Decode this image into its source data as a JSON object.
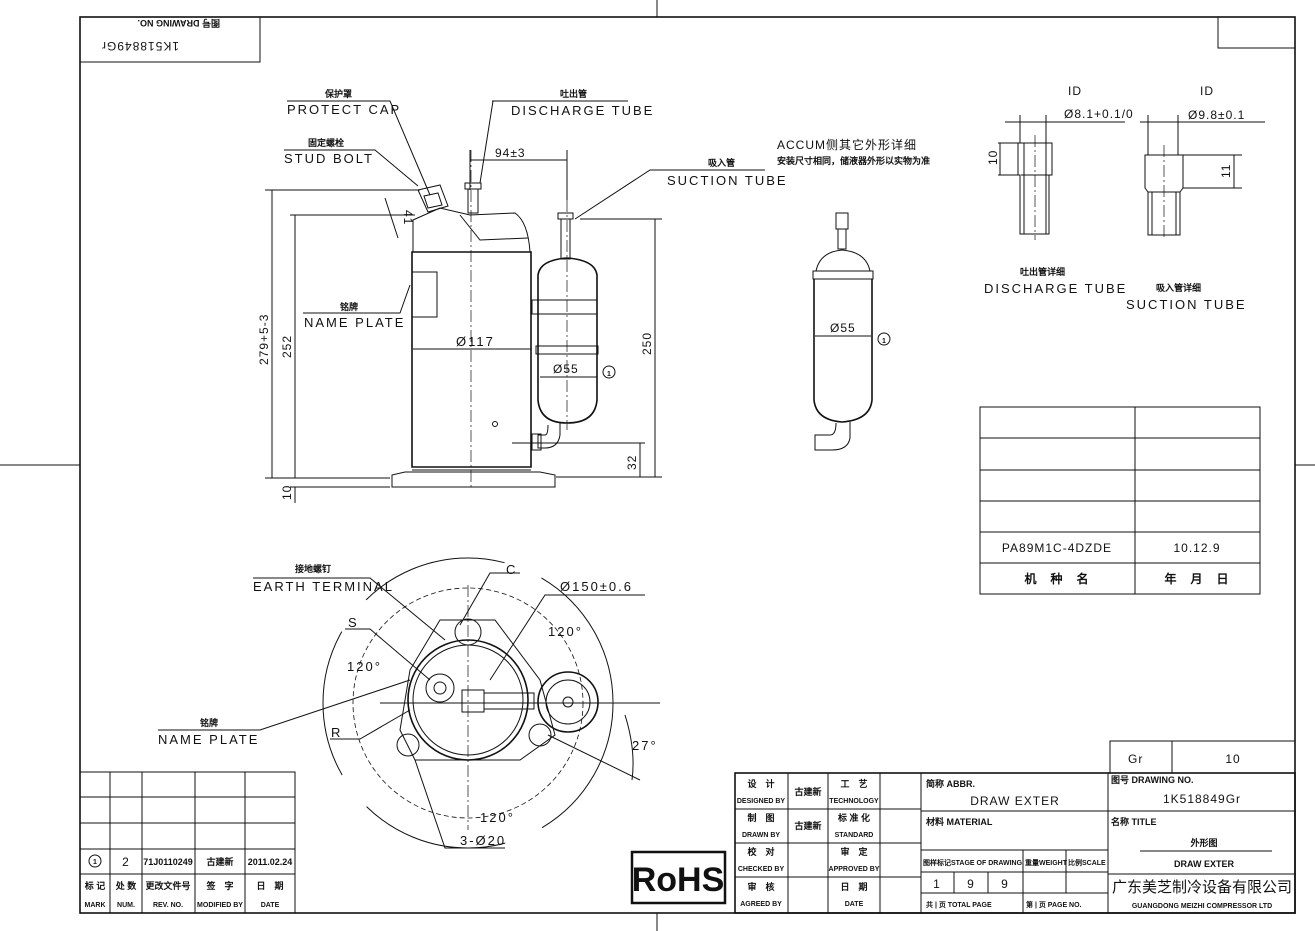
{
  "drawing_no_box": {
    "label": "图号 DRAWING NO.",
    "value": "1K518849Gr"
  },
  "side_view": {
    "protect_cap_cn": "保护罩",
    "protect_cap": "PROTECT CAP",
    "stud_bolt_cn": "固定螺栓",
    "stud_bolt": "STUD BOLT",
    "discharge_cn": "吐出管",
    "discharge": "DISCHARGE TUBE",
    "suction_cn": "吸入管",
    "suction": "SUCTION TUBE",
    "name_plate_cn": "铭牌",
    "name_plate": "NAME PLATE",
    "dim_94": "94±3",
    "dim_41": "41",
    "dim_279": "279+5-3",
    "dim_252": "252",
    "dim_250": "250",
    "dim_32": "32",
    "dim_10": "10",
    "dia_117": "Ø117",
    "dia_55": "Ø55",
    "mark_1": "1"
  },
  "accum_detail": {
    "note_line1": "ACCUM侧其它外形详细",
    "note_line2": "安装尺寸相同，储液器外形以实物为准",
    "dia_55": "Ø55",
    "mark_1": "1"
  },
  "tube_details": {
    "discharge": {
      "id": "ID",
      "dia": "Ø8.1+0.1/0",
      "len": "10",
      "cn": "吐出管详细",
      "label": "DISCHARGE TUBE"
    },
    "suction": {
      "id": "ID",
      "dia": "Ø9.8±0.1",
      "len": "11",
      "cn": "吸入管详细",
      "label": "SUCTION TUBE"
    }
  },
  "model_table": {
    "model": "PA89M1C-4DZDE",
    "date": "10.12.9",
    "model_header": "机　种　名",
    "date_header": "年　月　日"
  },
  "bottom_view": {
    "earth_cn": "接地螺钉",
    "earth": "EARTH TERMINAL",
    "c": "C",
    "s": "S",
    "r": "R",
    "dia_150": "Ø150±0.6",
    "angle_1": "120°",
    "angle_2": "120°",
    "angle_3": "120°",
    "angle_27": "27°",
    "name_plate_cn": "铭牌",
    "name_plate": "NAME PLATE",
    "holes": "3-Ø20"
  },
  "revision_table": {
    "row": {
      "mark": "1",
      "num": "2",
      "rev_no": "71J0110249",
      "modified_by": "古建新",
      "date": "2011.02.24"
    },
    "headers_cn": [
      "标 记",
      "处 数",
      "更改文件号",
      "签　字",
      "日　期"
    ],
    "headers_en": [
      "MARK",
      "NUM.",
      "REV. NO.",
      "MODIFIED BY",
      "DATE"
    ]
  },
  "rohs": "RoHS",
  "title_block": {
    "gr_label": "Gr",
    "gr_value": "10",
    "designed_cn": "设　计",
    "designed_en": "DESIGNED BY",
    "designed_name": "古建新",
    "drawn_cn": "制　图",
    "drawn_en": "DRAWN BY",
    "drawn_name": "古建新",
    "checked_cn": "校　对",
    "checked_en": "CHECKED BY",
    "agreed_cn": "审　核",
    "agreed_en": "AGREED BY",
    "tech_cn": "工　艺",
    "tech_en": "TECHNOLOGY",
    "standard_cn": "标 准 化",
    "standard_en": "STANDARD",
    "approved_cn": "审　定",
    "approved_en": "APPROVED BY",
    "date_cn": "日　期",
    "date_en": "DATE",
    "abbr_label": "简称 ABBR.",
    "abbr_value": "DRAW EXTER",
    "material_label": "材料 MATERIAL",
    "stage_label": "图样标记STAGE OF DRAWING",
    "weight_label": "重量WEIGHT",
    "scale_label": "比例SCALE",
    "stage_values": [
      "1",
      "9",
      "9"
    ],
    "total_page": "共 | 页 TOTAL PAGE",
    "page_no": "第 | 页 PAGE NO.",
    "drawing_no_label": "图号 DRAWING NO.",
    "drawing_no": "1K518849Gr",
    "title_label": "名称 TITLE",
    "title_cn": "外形图",
    "title_en": "DRAW EXTER",
    "company_cn": "广东美芝制冷设备有限公司",
    "company_en": "GUANGDONG MEIZHI COMPRESSOR LTD"
  }
}
